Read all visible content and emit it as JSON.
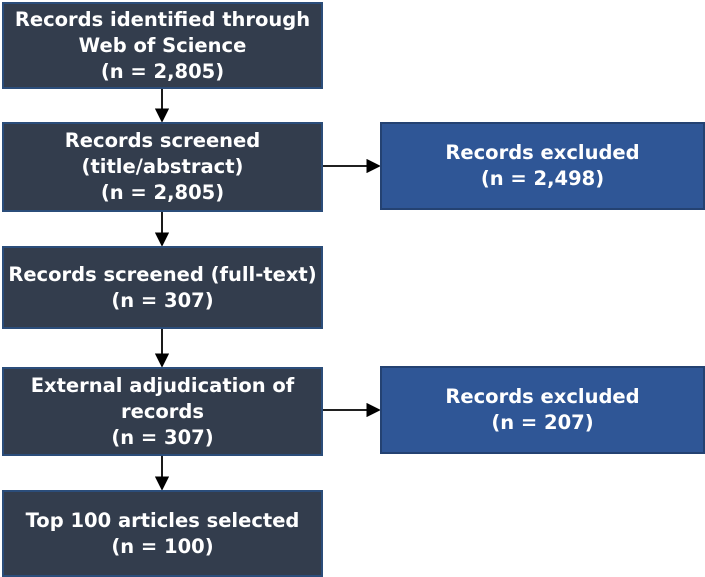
{
  "boxes": {
    "identified": {
      "lines": [
        "Records identified through",
        "Web of Science",
        "(n = 2,805)"
      ]
    },
    "screened_title": {
      "lines": [
        "Records screened",
        "(title/abstract)",
        "(n = 2,805)"
      ]
    },
    "excluded_1": {
      "lines": [
        "Records excluded",
        "(n = 2,498)"
      ]
    },
    "screened_full": {
      "lines": [
        "Records screened (full-text)",
        "(n = 307)"
      ]
    },
    "adjudication": {
      "lines": [
        "External adjudication of",
        "records",
        "(n = 307)"
      ]
    },
    "excluded_2": {
      "lines": [
        "Records excluded",
        "(n = 207)"
      ]
    },
    "selected": {
      "lines": [
        "Top 100 articles selected",
        "(n = 100)"
      ]
    }
  },
  "colors": {
    "main_box": "#333d4d",
    "excluded_box": "#2f5696",
    "arrow": "#000000",
    "text": "#ffffff"
  }
}
